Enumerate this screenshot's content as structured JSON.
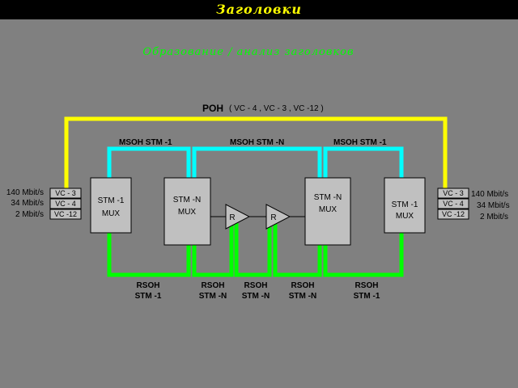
{
  "window": {
    "title": "Заголовки"
  },
  "subtitle": "Образование / анализ заголовков",
  "poh": {
    "label": "POH",
    "detail": "( VC - 4 , VC - 3 , VC -12 )"
  },
  "msoh_labels": [
    "MSOH  STM -1",
    "MSOH  STM -N",
    "MSOH  STM -1"
  ],
  "rsoh_labels": [
    {
      "line1": "RSOH",
      "line2": "STM -1"
    },
    {
      "line1": "RSOH",
      "line2": "STM -N"
    },
    {
      "line1": "RSOH",
      "line2": "STM -N"
    },
    {
      "line1": "RSOH",
      "line2": "STM -N"
    },
    {
      "line1": "RSOH",
      "line2": "STM -1"
    }
  ],
  "mux_left_stm1": {
    "line1": "STM -1",
    "line2": "MUX"
  },
  "mux_left_stmn": {
    "line1": "STM -N",
    "line2": "MUX"
  },
  "mux_right_stmn": {
    "line1": "STM -N",
    "line2": "MUX"
  },
  "mux_right_stm1": {
    "line1": "STM -1",
    "line2": "MUX"
  },
  "regenerators": [
    "R",
    "R"
  ],
  "vc_left": [
    "VC - 3",
    "VC - 4",
    "VC -12"
  ],
  "vc_right": [
    "VC - 3",
    "VC - 4",
    "VC -12"
  ],
  "rates_left": [
    "140 Mbit/s",
    "34 Mbit/s",
    "2 Mbit/s"
  ],
  "rates_right": [
    "140 Mbit/s",
    "34 Mbit/s",
    "2 Mbit/s"
  ],
  "colors": {
    "background": "#808080",
    "title_bar": "#000000",
    "title_text": "#ffff00",
    "subtitle_text": "#00ff00",
    "poh_line": "#ffff00",
    "msoh_line": "#00ffff",
    "rsoh_line": "#00ff00",
    "box_fill": "#c0c0c0"
  }
}
